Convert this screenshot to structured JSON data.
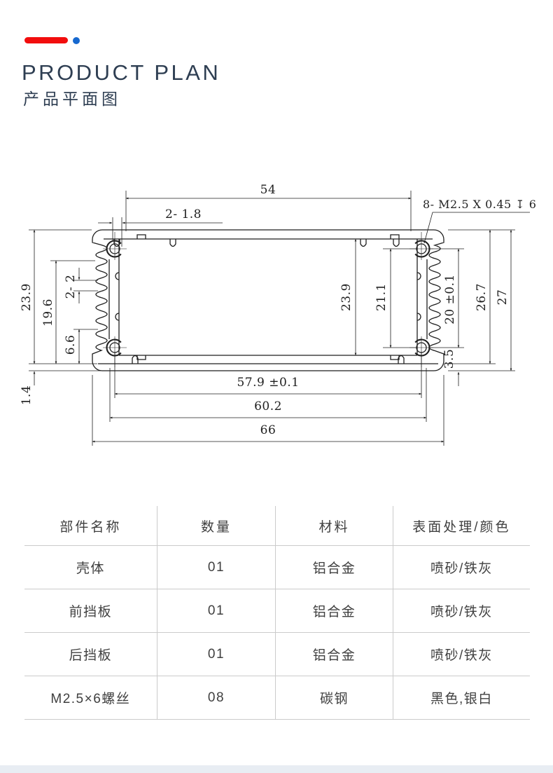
{
  "page": {
    "title_en": "PRODUCT PLAN",
    "title_zh": "产品平面图"
  },
  "colors": {
    "accent_red": "#f20d0d",
    "accent_blue": "#1668cf",
    "heading": "#2e3e52",
    "drawing_line": "#1f1f1f",
    "table_border": "#cbcbcb",
    "footer_strip": "#e8edf3"
  },
  "drawing": {
    "callout": "8- M2.5 X 0.45 ↧ 6",
    "top": {
      "width": "54",
      "slot": "2- 1.8"
    },
    "left": {
      "d1": "23.9",
      "d2": "19.6",
      "d3": "2- 2",
      "d4": "6.6",
      "d5": "1.4"
    },
    "center": {
      "d1": "23.9",
      "d2": "21.1"
    },
    "right": {
      "d1": "20 ±0.1",
      "d2": "26.7",
      "d3": "27",
      "d4": "3.5"
    },
    "bottom": {
      "d1": "57.9 ±0.1",
      "d2": "60.2",
      "d3": "66"
    }
  },
  "table": {
    "headers": [
      "部件名称",
      "数量",
      "材料",
      "表面处理/颜色"
    ],
    "rows": [
      [
        "壳体",
        "01",
        "铝合金",
        "喷砂/铁灰"
      ],
      [
        "前挡板",
        "01",
        "铝合金",
        "喷砂/铁灰"
      ],
      [
        "后挡板",
        "01",
        "铝合金",
        "喷砂/铁灰"
      ],
      [
        "M2.5×6螺丝",
        "08",
        "碳钢",
        "黑色,银白"
      ]
    ]
  }
}
